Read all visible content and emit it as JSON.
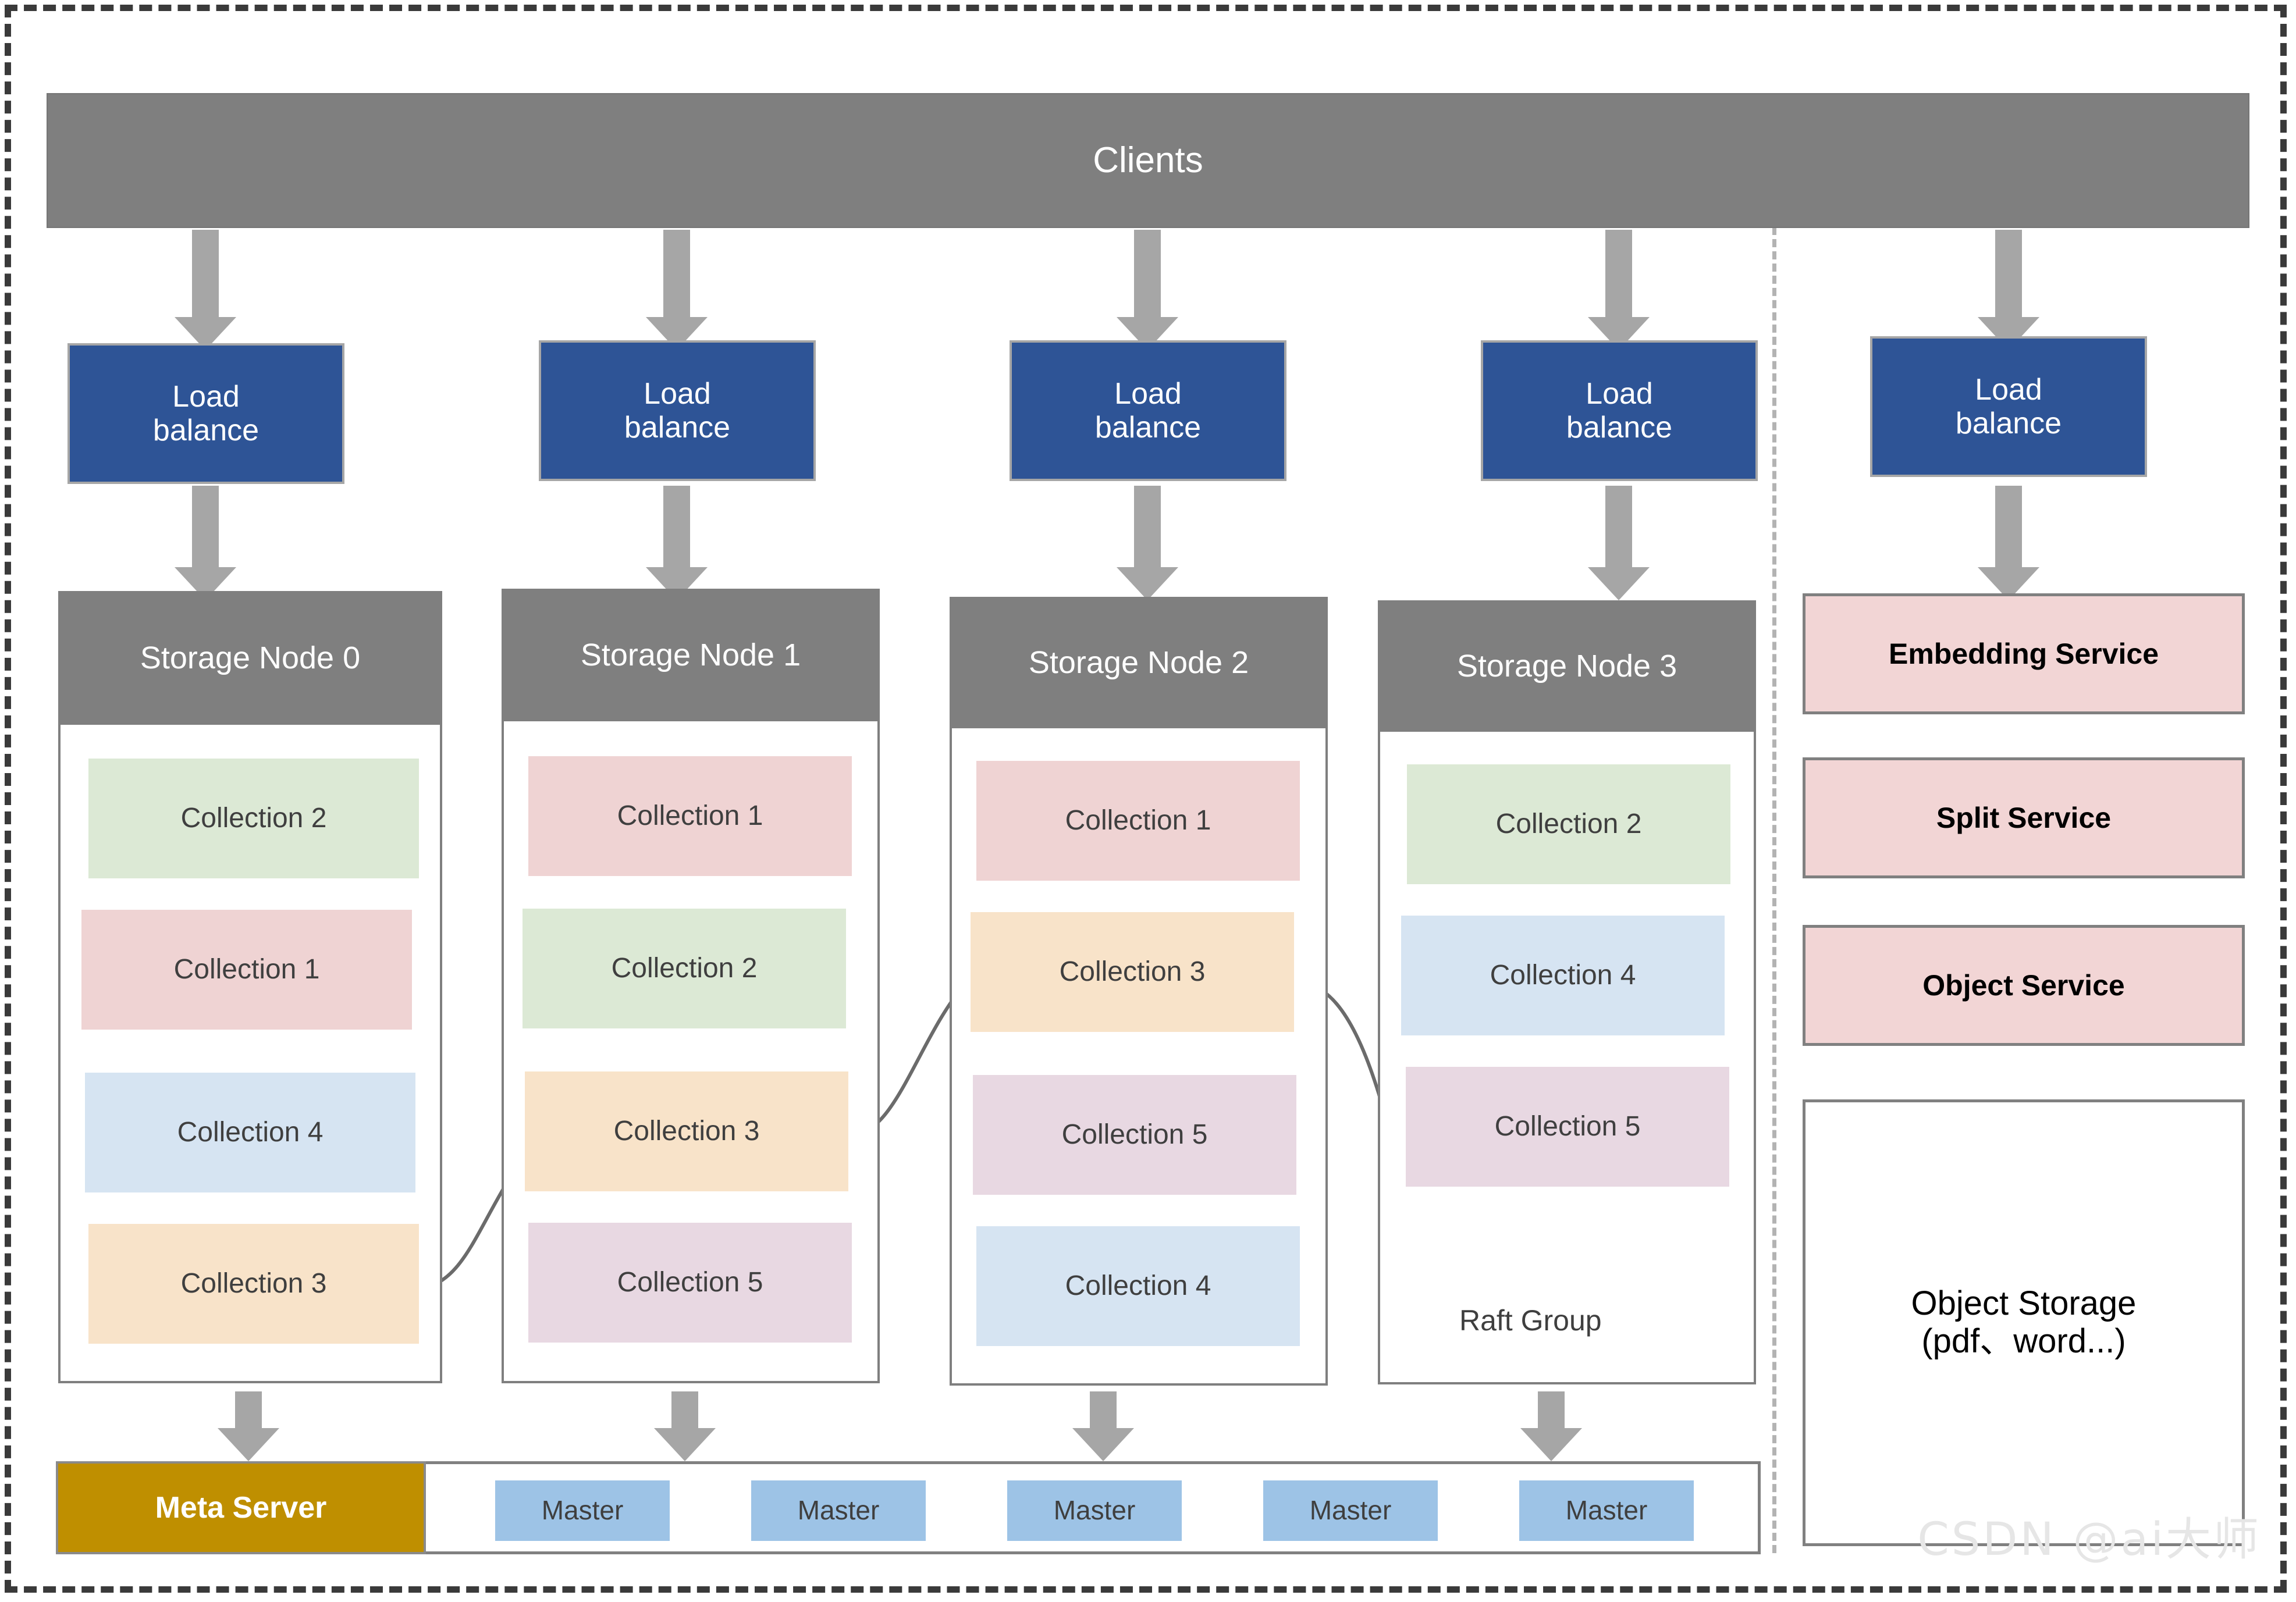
{
  "diagram": {
    "title": "Clients",
    "watermark": "CSDN @ai大师",
    "raft_label": "Raft Group",
    "colors": {
      "clients_bar": "#7f7f7f",
      "load_balance": "#2e5496",
      "node_header": "#7f7f7f",
      "meta_server": "#bf8f00",
      "master": "#9dc3e6",
      "service": "#f2d5d5",
      "arrow": "#a6a6a6",
      "frame_dash": "#3a3a3a",
      "divider_dash": "#b3b3b3",
      "collection_2": "#dce9d5",
      "collection_1": "#efd3d3",
      "collection_4": "#d6e4f2",
      "collection_3": "#f8e3c9",
      "collection_5": "#e8d8e2"
    }
  },
  "clients": {
    "label": "Clients"
  },
  "load_balancers": [
    {
      "label": "Load\nbalance"
    },
    {
      "label": "Load\nbalance"
    },
    {
      "label": "Load\nbalance"
    },
    {
      "label": "Load\nbalance"
    },
    {
      "label": "Load\nbalance"
    }
  ],
  "storage_nodes": [
    {
      "title": "Storage Node 0",
      "collections": [
        {
          "label": "Collection 2",
          "color": "#dce9d5"
        },
        {
          "label": "Collection 1",
          "color": "#efd3d3"
        },
        {
          "label": "Collection 4",
          "color": "#d6e4f2"
        },
        {
          "label": "Collection 3",
          "color": "#f8e3c9"
        }
      ]
    },
    {
      "title": "Storage Node 1",
      "collections": [
        {
          "label": "Collection 1",
          "color": "#efd3d3"
        },
        {
          "label": "Collection 2",
          "color": "#dce9d5"
        },
        {
          "label": "Collection 3",
          "color": "#f8e3c9"
        },
        {
          "label": "Collection 5",
          "color": "#e8d8e2"
        }
      ]
    },
    {
      "title": "Storage Node 2",
      "collections": [
        {
          "label": "Collection 1",
          "color": "#efd3d3"
        },
        {
          "label": "Collection 3",
          "color": "#f8e3c9"
        },
        {
          "label": "Collection 5",
          "color": "#e8d8e2"
        },
        {
          "label": "Collection 4",
          "color": "#d6e4f2"
        }
      ]
    },
    {
      "title": "Storage Node 3",
      "collections": [
        {
          "label": "Collection 2",
          "color": "#dce9d5"
        },
        {
          "label": "Collection 4",
          "color": "#d6e4f2"
        },
        {
          "label": "Collection 5",
          "color": "#e8d8e2"
        }
      ]
    }
  ],
  "services": [
    {
      "label": "Embedding Service"
    },
    {
      "label": "Split Service"
    },
    {
      "label": "Object Service"
    }
  ],
  "object_storage": {
    "line1": "Object Storage",
    "line2": "(pdf、word...)"
  },
  "bottom_bar": {
    "meta_server": "Meta Server",
    "masters": [
      {
        "label": "Master"
      },
      {
        "label": "Master"
      },
      {
        "label": "Master"
      },
      {
        "label": "Master"
      },
      {
        "label": "Master"
      }
    ]
  }
}
